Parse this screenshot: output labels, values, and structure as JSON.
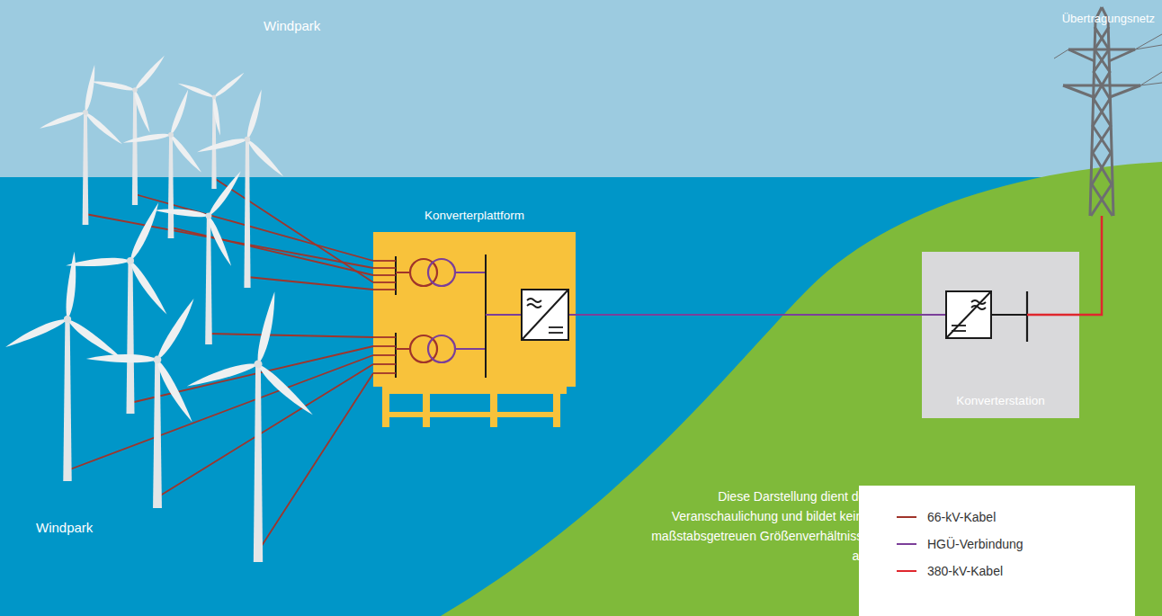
{
  "diagram": {
    "nodes": [
      {
        "text": [
          "Konverterplattform"
        ]
      },
      {
        "text": [
          "Konverterstation"
        ]
      }
    ],
    "edges": [
      {
        "from": 0,
        "to": 1,
        "arrow": "none"
      }
    ],
    "labels": [
      "Windpark",
      "Windpark",
      "Übertragungsnetz",
      "Diese Darstellung dient der Veranschaulichung und bildet keine maßstabsgetreuen Größenverhältnisse ab."
    ],
    "legend": [
      {
        "text": "66-kV-Kabel"
      },
      {
        "text": "HGÜ-Verbindung"
      },
      {
        "text": "380-kV-Kabel"
      }
    ]
  }
}
